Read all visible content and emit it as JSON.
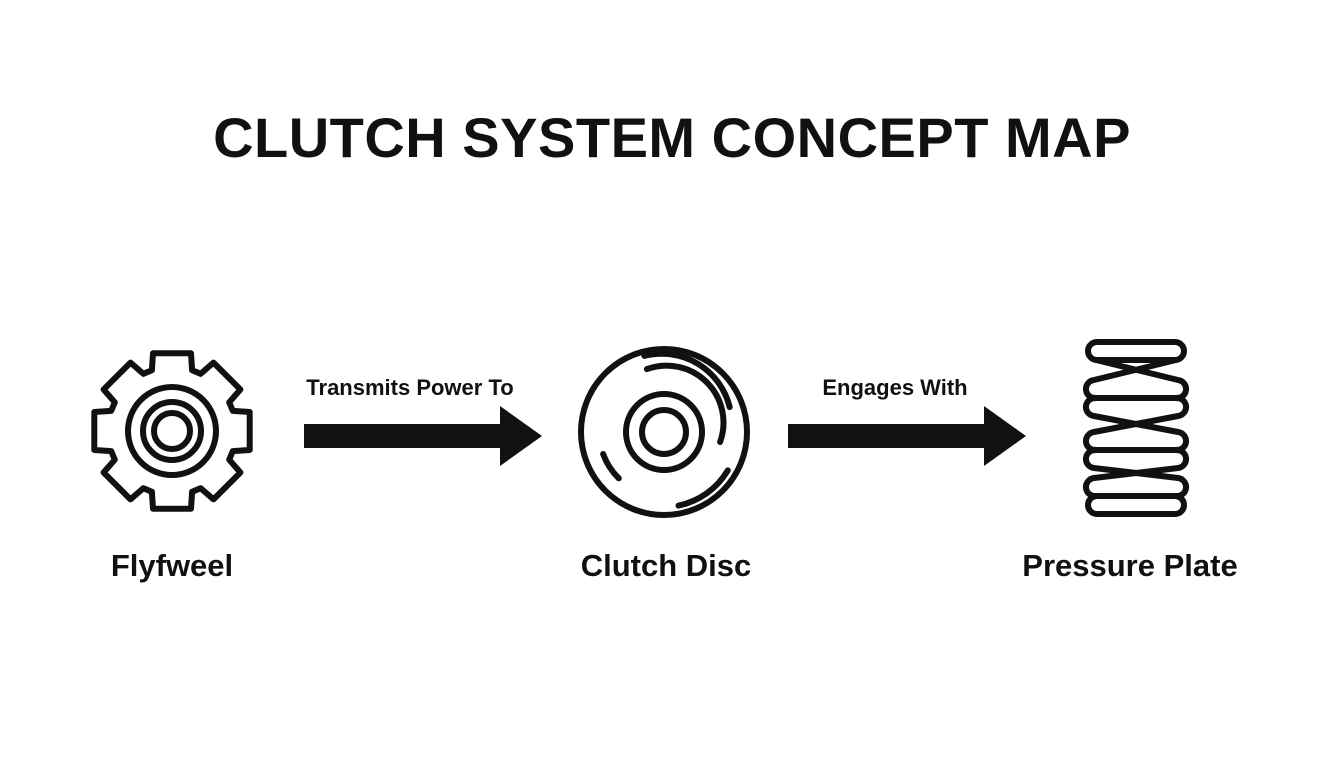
{
  "title": "CLUTCH SYSTEM CONCEPT MAP",
  "nodes": [
    {
      "id": "flywheel",
      "label": "Flyfweel",
      "icon": "gear-icon"
    },
    {
      "id": "clutch-disc",
      "label": "Clutch Disc",
      "icon": "disc-icon"
    },
    {
      "id": "pressure-plate",
      "label": "Pressure Plate",
      "icon": "spring-icon"
    }
  ],
  "edges": [
    {
      "from": "flywheel",
      "to": "clutch-disc",
      "label": "Transmits Power To"
    },
    {
      "from": "clutch-disc",
      "to": "pressure-plate",
      "label": "Engages With"
    }
  ],
  "colors": {
    "ink": "#111111",
    "background": "#ffffff"
  }
}
